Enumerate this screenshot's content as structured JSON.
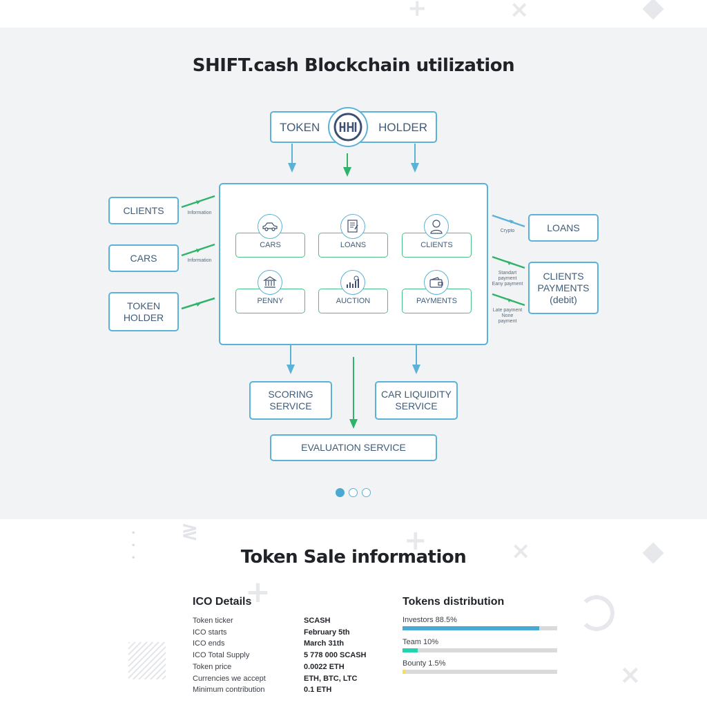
{
  "diagram": {
    "title": "SHIFT.cash Blockchain utilization",
    "token_holder_top": {
      "left": "TOKEN",
      "right": "HOLDER"
    },
    "left_boxes": [
      "CLIENTS",
      "CARS",
      "TOKEN\nHOLDER"
    ],
    "left_labels": [
      "Information",
      "Information"
    ],
    "inner_cards": [
      "CARS",
      "LOANS",
      "CLIENTS",
      "PENNY",
      "AUCTION",
      "PAYMENTS"
    ],
    "right_boxes": [
      "LOANS",
      "CLIENTS\nPAYMENTS\n(debit)"
    ],
    "right_labels": {
      "crypto": "Crypto",
      "standart": "Standart\npayment\nEany payment",
      "late": "Late payment\nNone\npayment"
    },
    "bottom_boxes": {
      "scoring": "SCORING\nSERVICE",
      "car_liquidity": "CAR LIQUIDITY\nSERVICE",
      "evaluation": "EVALUATION SERVICE"
    },
    "slider": {
      "count": 3,
      "active": 0
    },
    "colors": {
      "blue": "#5bb1d6",
      "green": "#2fb36b"
    }
  },
  "token_sale": {
    "title": "Token Sale information",
    "ico": {
      "heading": "ICO Details",
      "rows": [
        {
          "label": "Token ticker",
          "value": "SCASH"
        },
        {
          "label": "ICO starts",
          "value": "February 5th"
        },
        {
          "label": "ICO ends",
          "value": "March 31th"
        },
        {
          "label": "ICO Total Supply",
          "value": "5 778 000 SCASH"
        },
        {
          "label": "Token price",
          "value": "0.0022 ETH"
        },
        {
          "label": "Currencies we accept",
          "value": "ETH, BTC, LTC"
        },
        {
          "label": "Minimum contribution",
          "value": "0.1 ETH"
        }
      ]
    },
    "distribution": {
      "heading": "Tokens distribution",
      "items": [
        {
          "label": "Investors 88.5%",
          "fraction": 0.885,
          "color": "#4aa9d3"
        },
        {
          "label": "Team 10%",
          "fraction": 0.1,
          "color": "#22d3b0"
        },
        {
          "label": "Bounty 1.5%",
          "fraction": 0.015,
          "color": "#f2e15c"
        }
      ]
    }
  }
}
